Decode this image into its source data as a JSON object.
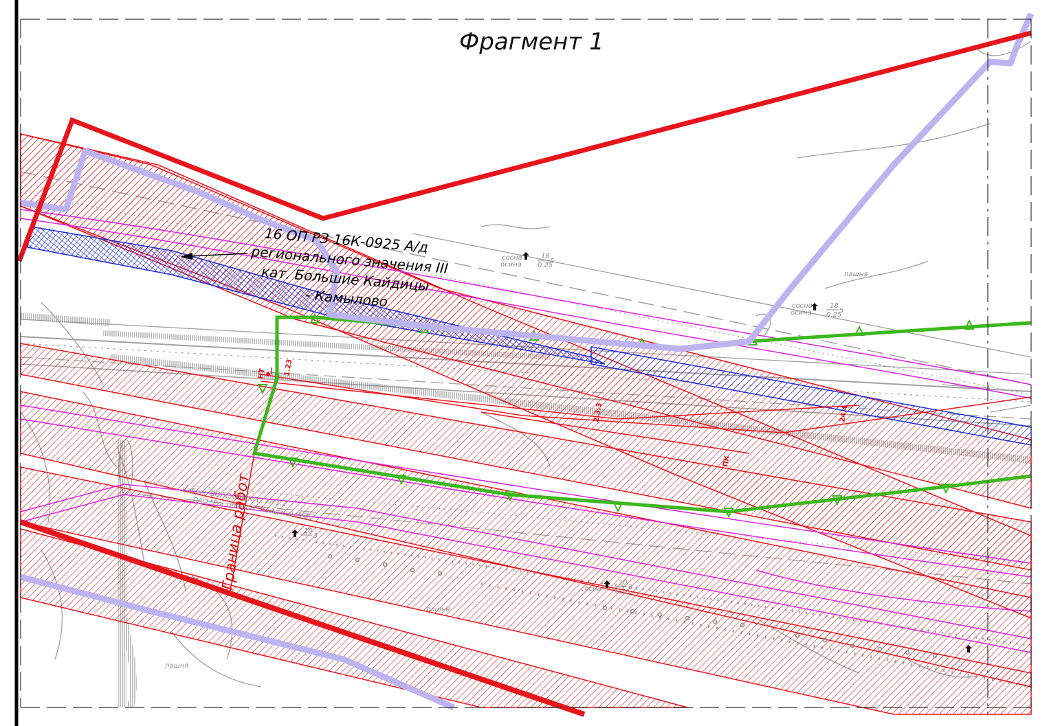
{
  "map": {
    "title": "Фрагмент 1",
    "road_label_lines": [
      "16 ОП РЗ 16К-0925 А/д",
      "регионального значения III",
      "кат. Большие Кайдицы",
      "- Камылово"
    ],
    "work_boundary_label": "Граница работ",
    "cable_label_lines": [
      "Кабель ВОЛС ОМЗКГС. гл.1.2",
      "ПАО \"Ростелеком\" Кайдицы РУЭС"
    ],
    "field_labels": [
      "пашня",
      "пашня",
      "пашня"
    ],
    "trees": [
      {
        "species": "сосна",
        "species2": "осина",
        "num": "18",
        "den": "0.25",
        "suffix": "5"
      },
      {
        "species": "сосна",
        "species2": "осина",
        "num": "18",
        "den": "0.25",
        "suffix": "5"
      },
      {
        "species": "сосна",
        "num": "10",
        "den": "0.15",
        "suffix": "3"
      },
      {
        "species": "",
        "num": "10",
        "den": "",
        "suffix": "3"
      }
    ],
    "pickets": [
      "НТ",
      "1.23",
      "2.3.3",
      "24.4",
      "ПК"
    ],
    "colors": {
      "background": "#ffffff",
      "allotment_boundary": "#e8141b",
      "protection_zone_hatch": "#e8141b",
      "lilac_boundary": "#bcb4f0",
      "green_track": "#3cb81e",
      "blue_hatch": "#1c2fd6",
      "magenta_line": "#e020e0",
      "base_topo": "#9a9a9a",
      "text": "#000000"
    }
  }
}
